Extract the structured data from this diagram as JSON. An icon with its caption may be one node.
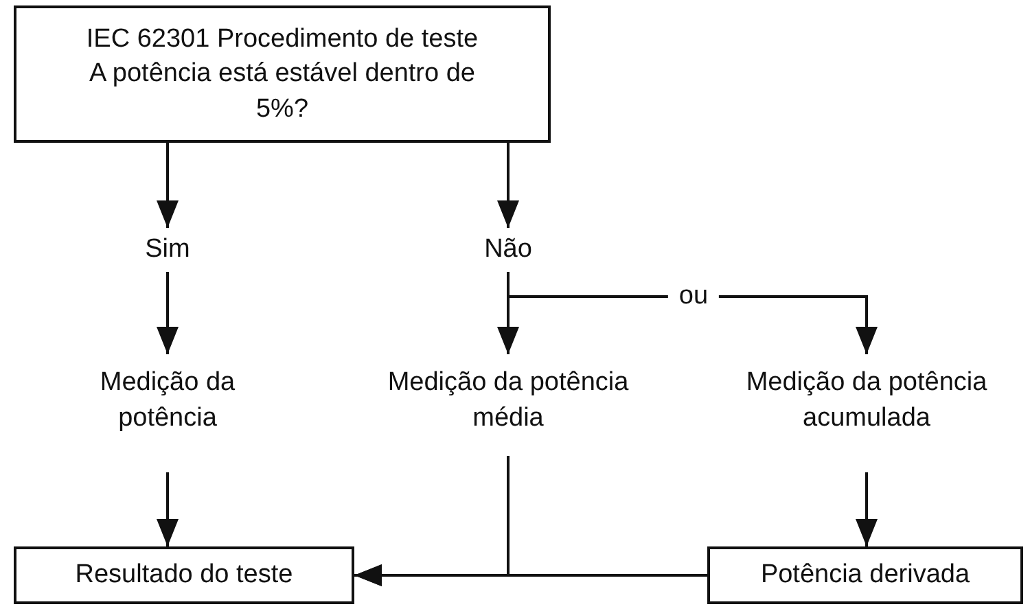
{
  "diagram": {
    "nodes": [
      {
        "text": [
          "IEC 62301 Procedimento de teste A potência está estável dentro de 5%?"
        ]
      },
      {
        "text": [
          "Sim"
        ]
      },
      {
        "text": [
          "Não"
        ]
      },
      {
        "text": [
          "Medição da potência"
        ]
      },
      {
        "text": [
          "Medição da potência média"
        ]
      },
      {
        "text": [
          "Medição da potência acumulada"
        ]
      },
      {
        "text": [
          "Resultado do teste"
        ]
      },
      {
        "text": [
          "Potência derivada"
        ]
      }
    ],
    "edges": [
      {
        "from": 0,
        "to": 1,
        "arrow": "to"
      },
      {
        "from": 0,
        "to": 2,
        "arrow": "to"
      },
      {
        "from": 1,
        "to": 3,
        "arrow": "to"
      },
      {
        "from": 2,
        "to": 4,
        "arrow": "to"
      },
      {
        "from": 2,
        "to": 5,
        "arrow": "to",
        "label": "ou"
      },
      {
        "from": 3,
        "to": 6,
        "arrow": "to"
      },
      {
        "from": 5,
        "to": 7,
        "arrow": "to"
      },
      {
        "from": 4,
        "to": 6,
        "arrow": "to"
      },
      {
        "from": 7,
        "to": 6,
        "arrow": "to"
      }
    ]
  }
}
